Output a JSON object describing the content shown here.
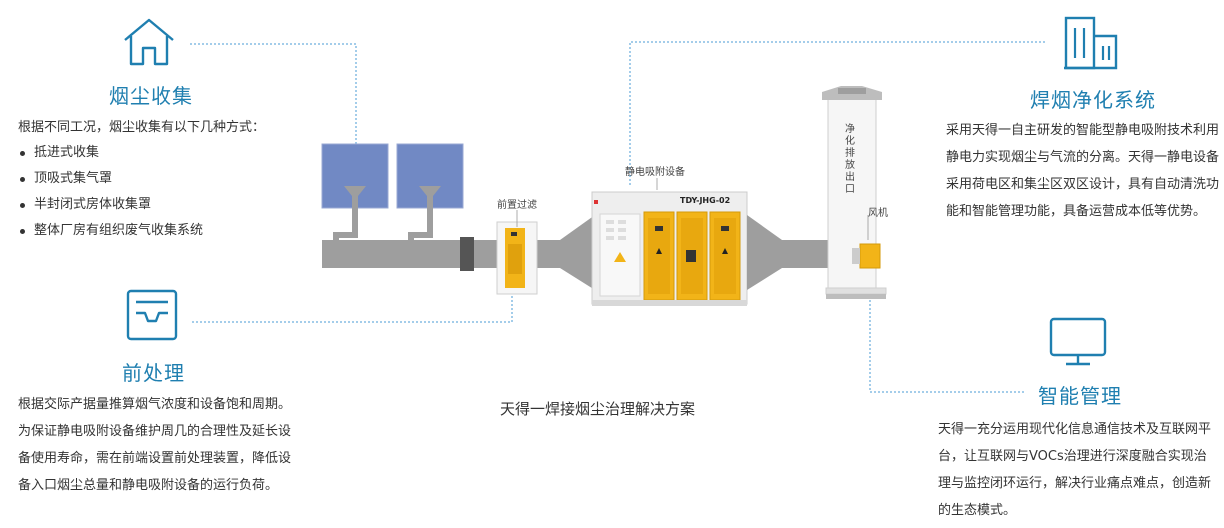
{
  "sections": {
    "collection": {
      "title": "烟尘收集",
      "intro": "根据不同工况，烟尘收集有以下几种方式：",
      "items": [
        "抵进式收集",
        "顶吸式集气罩",
        "半封闭式房体收集罩",
        "整体厂房有组织废气收集系统"
      ]
    },
    "pretreat": {
      "title": "前处理",
      "text": "根据交际产据量推算烟气浓度和设备饱和周期。为保证静电吸附设备维护周几的合理性及延长设备使用寿命，需在前端设置前处理装置，降低设备入口烟尘总量和静电吸附设备的运行负荷。"
    },
    "purify": {
      "title": "焊烟净化系统",
      "text": "采用天得一自主研发的智能型静电吸附技术利用静电力实现烟尘与气流的分离。天得一静电设备采用荷电区和集尘区双区设计，具有自动清洗功能和智能管理功能，具备运营成本低等优势。"
    },
    "smart": {
      "title": "智能管理",
      "text": "天得一充分运用现代化信息通信技术及互联网平台，让互联网与VOCs治理进行深度融合实现治理与监控闭环运行，解决行业痛点难点，创造新的生态模式。"
    }
  },
  "labels": {
    "filter": "前置过滤",
    "esp": "静电吸附设备",
    "model": "TDY-JHG-02",
    "stack": "净化排放出口",
    "fan": "风机"
  },
  "caption": "天得一焊接烟尘治理解决方案",
  "colors": {
    "accent": "#1f7fb0",
    "duct": "#9e9e9e",
    "hood": "#7189c4",
    "cabinet": "#f2b418"
  }
}
